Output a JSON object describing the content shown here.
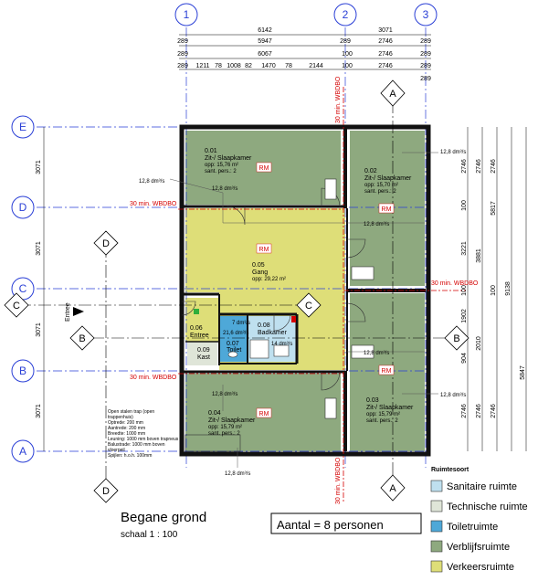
{
  "grid": {
    "cols": [
      "1",
      "2",
      "3"
    ],
    "rows": [
      "E",
      "D",
      "C",
      "B",
      "A"
    ]
  },
  "top_dims": {
    "r1": [
      "6142",
      "3071"
    ],
    "r2": [
      "5947",
      "2746"
    ],
    "r3": [
      "6067",
      "100",
      "2746"
    ],
    "r4": [
      "289",
      "1211",
      "78",
      "1008",
      "82",
      "1470",
      "78",
      "2144",
      "100",
      "2746",
      "289"
    ],
    "small": [
      "289",
      "289",
      "289",
      "289",
      "289",
      "289"
    ]
  },
  "left_dims": [
    "3071",
    "3071",
    "3071",
    "3071"
  ],
  "right_dims": {
    "c1": [
      "2746",
      "100",
      "3221",
      "100",
      "2746"
    ],
    "c2": [
      "2746",
      "3881",
      "2010",
      "2746"
    ],
    "c3": [
      "5817",
      "9138",
      "5847"
    ],
    "c4": [
      "2746",
      "100",
      "1902",
      "904",
      "2746"
    ]
  },
  "rooms": [
    {
      "num": "0.01",
      "name": "Zit-/ Slaapkamer",
      "area": "opp: 15,76 m²",
      "pers": "sant. pers.: 2"
    },
    {
      "num": "0.02",
      "name": "Zit-/ Slaapkamer",
      "area": "opp: 15,70 m²",
      "pers": "sant. pers.: 2"
    },
    {
      "num": "0.05",
      "name": "Gang",
      "area": "opp: 29,22 m²"
    },
    {
      "num": "0.04",
      "name": "Zit-/ Slaapkamer",
      "area": "opp: 15,79 m²",
      "pers": "sant. pers.: 2"
    },
    {
      "num": "0.03",
      "name": "Zit-/ Slaapkamer",
      "area": "opp: 15,79 m²",
      "pers": "sant. pers.: 2"
    },
    {
      "num": "0.06",
      "name": "Entree"
    },
    {
      "num": "0.07",
      "name": "Toilet"
    },
    {
      "num": "0.08",
      "name": "Badkamer"
    },
    {
      "num": "0.09",
      "name": "Kast"
    }
  ],
  "rm_tag": "RM",
  "flow_tags": [
    "12,8 dm³/s",
    "14 dm³/s",
    "7 dm³/s",
    "21,6 dm³/s"
  ],
  "fire": {
    "wbdbo": "30 min. WBDBO"
  },
  "section_marks": [
    "A",
    "B",
    "C",
    "D"
  ],
  "entrance": "Entree",
  "stair_note": [
    "Open stalen trap (open",
    "trappenhuis)",
    "Optrede: 200 mm",
    "Aantrede: 200 mm",
    "Breedte: 1000 mm",
    "Leuning: 1000 mm boven trapneus",
    "Balustrade: 1000 mm boven",
    "vloerpeil",
    "Spijlen: h.o.h. 100mm"
  ],
  "title": {
    "main": "Begane grond",
    "scale": "schaal  1 : 100",
    "occupancy": "Aantal = 8 personen"
  },
  "legend": {
    "title": "Ruimtesoort",
    "items": [
      {
        "label": "Sanitaire ruimte",
        "color": "#bfe0ef"
      },
      {
        "label": "Technische ruimte",
        "color": "#dfe5d8"
      },
      {
        "label": "Toiletruimte",
        "color": "#4ea8d8"
      },
      {
        "label": "Verblijfsruimte",
        "color": "#8ea97f"
      },
      {
        "label": "Verkeersruimte",
        "color": "#dede78"
      }
    ]
  },
  "colors": {
    "axis": "#2a3fd6",
    "fire": "#d40000",
    "verblijf": "#8ea97f",
    "verkeer": "#dede78",
    "sanitair": "#bfe0ef",
    "toilet": "#4ea8d8",
    "techniek": "#dfe5d8",
    "wall": "#111111"
  }
}
